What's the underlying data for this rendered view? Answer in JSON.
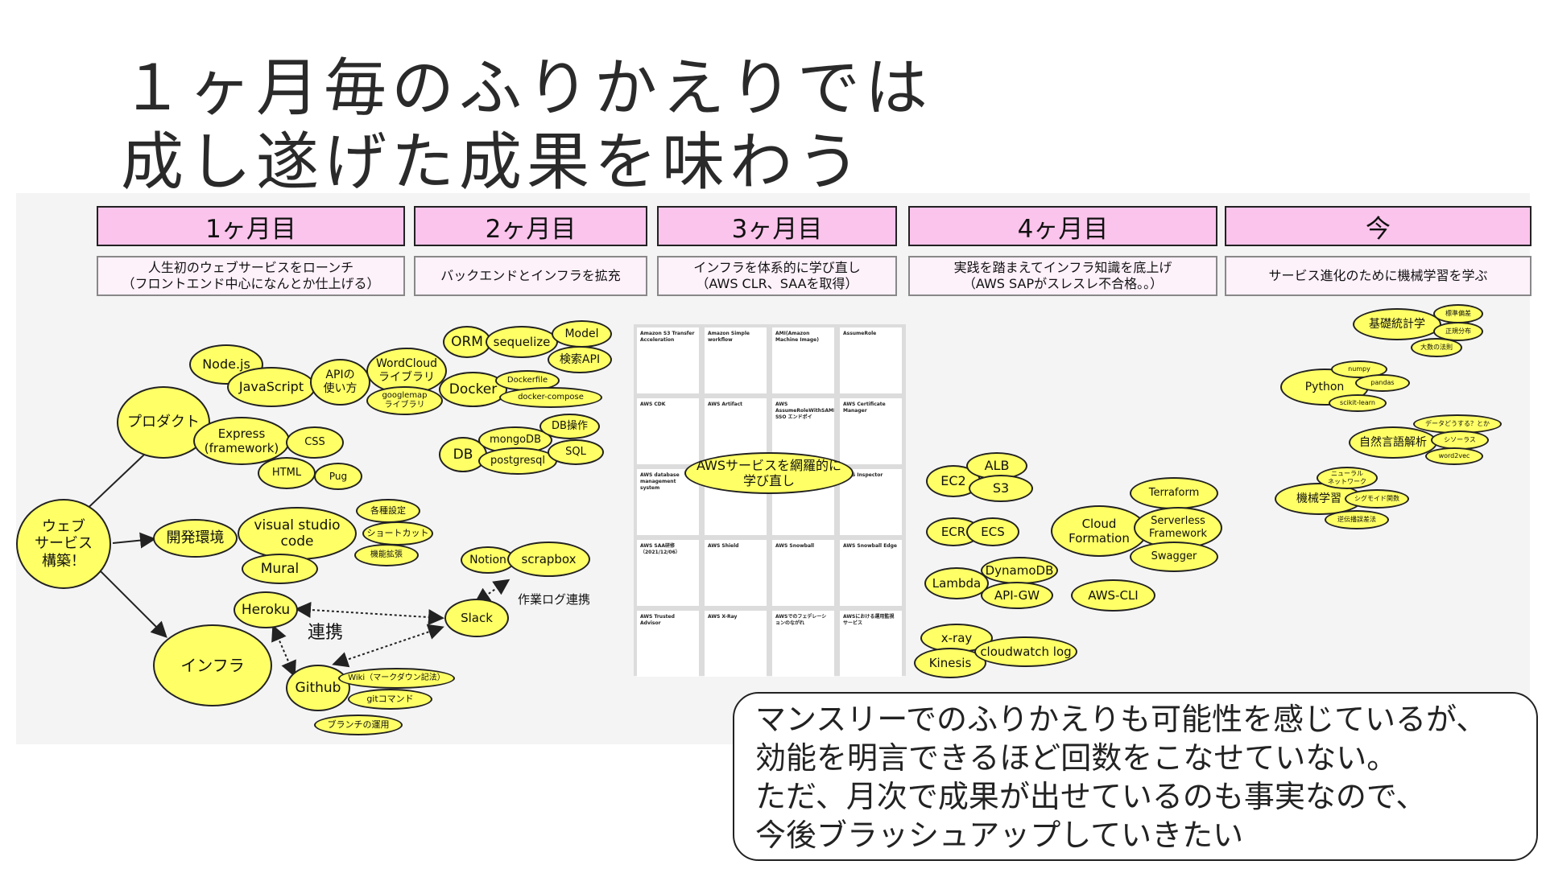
{
  "title": {
    "line1": "１ヶ月毎のふりかえりでは",
    "line2": "成し遂げた成果を味わう"
  },
  "months": [
    {
      "label": "1ヶ月目",
      "desc1": "人生初のウェブサービスをローンチ",
      "desc2": "（フロントエンド中心になんとか仕上げる）"
    },
    {
      "label": "2ヶ月目",
      "desc1": "バックエンドとインフラを拡充",
      "desc2": ""
    },
    {
      "label": "3ヶ月目",
      "desc1": "インフラを体系的に学び直し",
      "desc2": "（AWS CLR、SAAを取得）"
    },
    {
      "label": "4ヶ月目",
      "desc1": "実践を踏まえてインフラ知識を底上げ",
      "desc2": "（AWS SAPがスレスレ不合格。。）"
    },
    {
      "label": "今",
      "desc1": "サービス進化のために機械学習を学ぶ",
      "desc2": ""
    }
  ],
  "mindmap1": {
    "root": "ウェブ\nサービス\n構築！",
    "product": "プロダクト",
    "nodejs": "Node.js",
    "javascript": "JavaScript",
    "api": "APIの\n使い方",
    "wordcloud": "WordCloud\nライブラリ",
    "googlemap": "googlemap\nライブラリ",
    "express": "Express\n(framework)",
    "css": "CSS",
    "html": "HTML",
    "pug": "Pug",
    "devenv": "開発環境",
    "vscode": "visual studio\ncode",
    "settings": "各種設定",
    "shortcut": "ショートカット",
    "extensions": "機能拡張",
    "mural": "Mural",
    "infra": "インフラ",
    "heroku": "Heroku",
    "renkei": "連携",
    "github": "Github",
    "wiki": "Wiki（マークダウン記法）",
    "gitcmd": "gitコマンド",
    "branch": "ブランチの運用"
  },
  "mindmap2": {
    "orm": "ORM",
    "sequelize": "sequelize",
    "model": "Model",
    "search_api": "検索API",
    "docker": "Docker",
    "dockerfile": "Dockerfile",
    "compose": "docker-compose",
    "db": "DB",
    "mongodb": "mongoDB",
    "postgresql": "postgresql",
    "db_ops": "DB操作",
    "sql": "SQL",
    "notion": "Notion",
    "scrapbox": "scrapbox",
    "slack": "Slack",
    "worklog": "作業ログ連携"
  },
  "cards": {
    "overlay": "AWSサービスを網羅的に\n学び直し",
    "titles": [
      "Amazon S3 Transfer Acceleration",
      "Amazon Simple workflow",
      "AMI(Amazon Machine Image)",
      "AssumeRole",
      "AWS CDK",
      "AWS Artifact",
      "AWS AssumeRoleWithSAML, SSO エンドポイ",
      "AWS Certificate Manager",
      "AWS database management system",
      "",
      "",
      "AWS Inspector",
      "AWS SAA研修（2021/12/06）",
      "AWS Shield",
      "AWS Snowball",
      "AWS Snowball Edge",
      "AWS Trusted Advisor",
      "AWS X-Ray",
      "AWSでのフェデレーションのながれ",
      "AWSにおける運用監視サービス"
    ]
  },
  "mindmap4": {
    "ec2": "EC2",
    "alb": "ALB",
    "s3": "S3",
    "ecr": "ECR",
    "ecs": "ECS",
    "lambda": "Lambda",
    "dynamodb": "DynamoDB",
    "apigw": "API-GW",
    "xray": "x-ray",
    "kinesis": "Kinesis",
    "cloudwatch": "cloudwatch log",
    "cloudformation": "Cloud\nFormation",
    "terraform": "Terraform",
    "serverless": "Serverless\nFramework",
    "swagger": "Swagger",
    "awscli": "AWS-CLI"
  },
  "mindmap5": {
    "stats": "基礎統計学",
    "hypothesis": "標準偏差",
    "normal": "正規分布",
    "lln": "大数の法則",
    "python": "Python",
    "numpy": "numpy",
    "pandas": "pandas",
    "sklearn": "scikit-learn",
    "nlp": "自然言語解析",
    "data_question": "データどうする？とか",
    "thesaurus": "シソーラス",
    "word2vec": "word2vec",
    "ml": "機械学習",
    "nn": "ニューラル\nネットワーク",
    "sigmoid": "シグモイド関数",
    "backprop": "逆伝播誤差法"
  },
  "note": {
    "line1": "マンスリーでのふりかえりも可能性を感じているが、",
    "line2": "効能を明言できるほど回数をこなせていない。",
    "line3": "ただ、月次で成果が出せているのも事実なので、",
    "line4": "今後ブラッシュアップしていきたい"
  }
}
